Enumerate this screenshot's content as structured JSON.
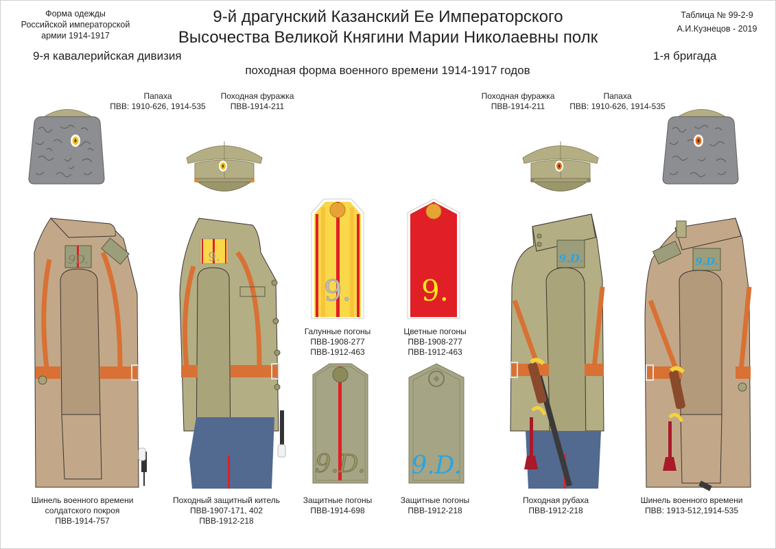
{
  "header": {
    "left_note": [
      "Форма одежды",
      "Российской императорской",
      "армии  1914-1917"
    ],
    "title_lines": [
      "9-й драгунский Казанский Ее Императорского",
      "Высочества Великой Княгини Марии Николаевны полк"
    ],
    "right_note": [
      "Таблица № 99-2-9",
      "А.И.Кузнецов - 2019"
    ],
    "division": "9-я кавалерийская дивизия",
    "brigade": "1-я бригада",
    "subtitle": "походная форма военного времени 1914-1917 годов"
  },
  "headgear": [
    {
      "id": "papakha-left",
      "name": "Папаха",
      "code": "ПВВ: 1910-626, 1914-535"
    },
    {
      "id": "cap-left",
      "name": "Походная фуражка",
      "code": "ПВВ-1914-211"
    },
    {
      "id": "cap-right",
      "name": "Походная фуражка",
      "code": "ПВВ-1914-211"
    },
    {
      "id": "papakha-right",
      "name": "Папаха",
      "code": "ПВВ: 1910-626, 1914-535"
    }
  ],
  "shoulder_boards": [
    {
      "id": "galloon",
      "name": "Галунные погоны",
      "codes": [
        "ПВВ-1908-277",
        "ПВВ-1912-463"
      ],
      "cipher": "9.",
      "colors": {
        "base": "#f9d84a",
        "stripe": "#e01f26",
        "cipher": "#b9b9b9"
      }
    },
    {
      "id": "colored",
      "name": "Цветные погоны",
      "codes": [
        "ПВВ-1908-277",
        "ПВВ-1912-463"
      ],
      "cipher": "9.",
      "colors": {
        "base": "#e01f26",
        "cipher": "#f7ea16"
      }
    },
    {
      "id": "protective-1914",
      "name": "Защитные погоны",
      "codes": [
        "ПВВ-1914-698"
      ],
      "cipher": "9.D.",
      "colors": {
        "base": "#a5a585",
        "stripe": "#e01f26",
        "cipher": "#8c8a5a"
      }
    },
    {
      "id": "protective-1912",
      "name": "Защитные  погоны",
      "codes": [
        "ПВВ-1912-218"
      ],
      "cipher": "9.D.",
      "colors": {
        "base": "#a5a585",
        "cipher": "#2ca4e0"
      }
    }
  ],
  "figures": [
    {
      "id": "greatcoat-left",
      "caption": [
        "Шинель военного времени",
        "солдатского покроя",
        "ПВВ-1914-757"
      ],
      "board_cipher": "9D."
    },
    {
      "id": "tunic",
      "caption": [
        "Походный защитный китель",
        "ПВВ-1907-171, 402",
        "ПВВ-1912-218"
      ],
      "board_cipher": "9."
    },
    {
      "id": "shirt",
      "caption": [
        "Походная рубаха",
        "ПВВ-1912-218"
      ],
      "board_cipher": "9.D."
    },
    {
      "id": "greatcoat-right",
      "caption": [
        "Шинель военного времени",
        "ПВВ: 1913-512,1914-535"
      ],
      "board_cipher": "9.D."
    }
  ],
  "palette": {
    "coat": "#c2a889",
    "coat_dark": "#a58c6e",
    "khaki": "#b4ae84",
    "khaki_dark": "#9c966c",
    "belt": "#d97134",
    "trousers": "#526990",
    "piping": "#e01f26",
    "fur": "#8d8e92",
    "cockade_yellow": "#f2c21a",
    "cockade_orange": "#e26f1c",
    "tassel": "#a8192a",
    "hilt": "#f5d23a"
  }
}
